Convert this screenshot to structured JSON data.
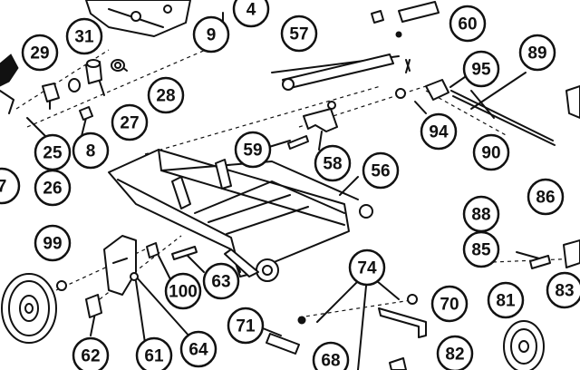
{
  "callouts": [
    "9",
    "4",
    "31",
    "29",
    "28",
    "27",
    "8",
    "25",
    "26",
    "7",
    "57",
    "60",
    "95",
    "89",
    "94",
    "90",
    "59",
    "58",
    "56",
    "86",
    "88",
    "85",
    "83",
    "99",
    "63",
    "100",
    "74",
    "70",
    "81",
    "71",
    "68",
    "82",
    "62",
    "61",
    "64"
  ]
}
